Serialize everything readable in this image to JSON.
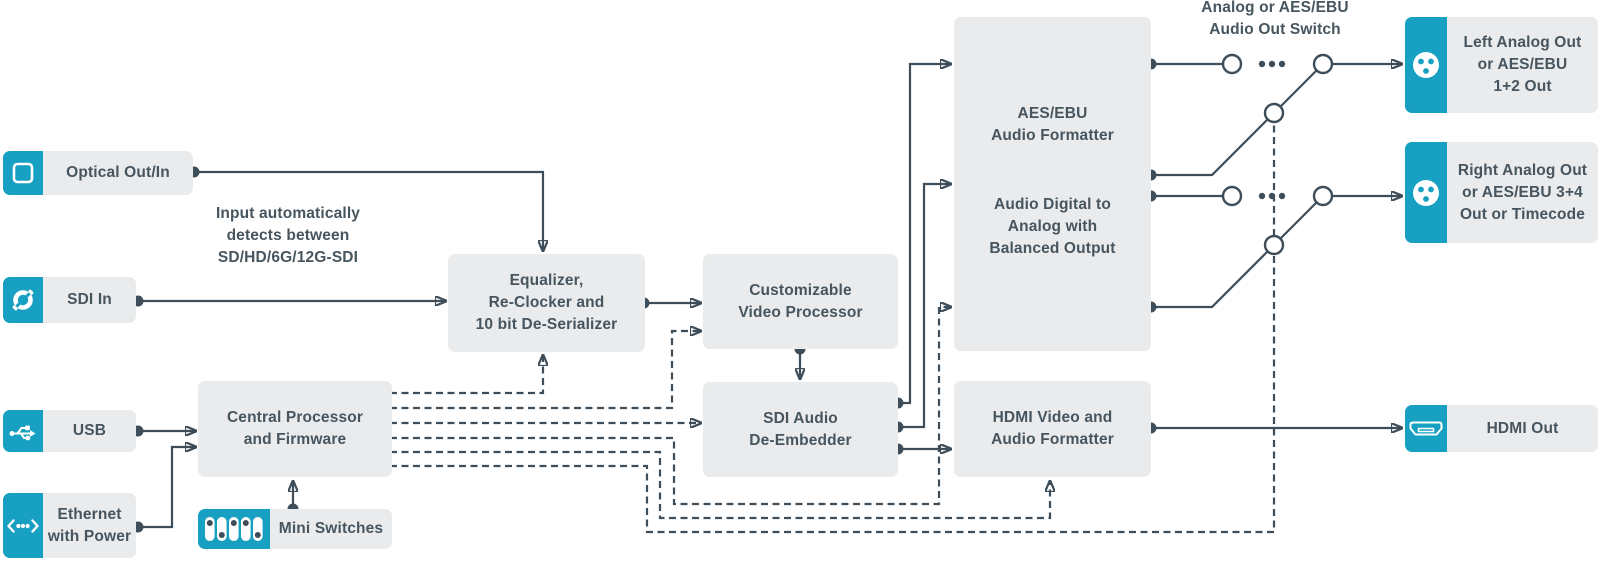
{
  "colors": {
    "teal": "#17a0c2",
    "box_grey": "#e9ebed",
    "line": "#3d4d59",
    "text": "#47555f",
    "background": "#ffffff"
  },
  "inputs": {
    "optical": {
      "label": "Optical Out/In",
      "icon": "optical-port-icon"
    },
    "sdi": {
      "label": "SDI In",
      "icon": "sdi-connector-icon"
    },
    "usb": {
      "label": "USB",
      "icon": "usb-icon"
    },
    "ethernet": {
      "lines": [
        "Ethernet",
        "with Power"
      ],
      "icon": "ethernet-icon"
    }
  },
  "annotation": {
    "lines": [
      "Input automatically",
      "detects between",
      "SD/HD/6G/12G-SDI"
    ]
  },
  "blocks": {
    "equalizer": {
      "lines": [
        "Equalizer,",
        "Re-Clocker and",
        "10 bit De-Serializer"
      ]
    },
    "central_processor": {
      "lines": [
        "Central Processor",
        "and Firmware"
      ]
    },
    "mini_switches": {
      "label": "Mini Switches",
      "icon": "dip-switches-icon"
    },
    "video_processor": {
      "lines": [
        "Customizable",
        "Video Processor"
      ]
    },
    "de_embedder": {
      "lines": [
        "SDI Audio",
        "De-Embedder"
      ]
    },
    "audio_formatter": {
      "lines": [
        "AES/EBU",
        "Audio Formatter"
      ]
    },
    "audio_dac": {
      "lines": [
        "Audio Digital to",
        "Analog with",
        "Balanced Output"
      ]
    },
    "hdmi_formatter": {
      "lines": [
        "HDMI Video and",
        "Audio Formatter"
      ]
    }
  },
  "switch_label": {
    "lines": [
      "Analog or AES/EBU",
      "Audio Out Switch"
    ]
  },
  "outputs": {
    "left_analog": {
      "lines": [
        "Left Analog Out",
        "or AES/EBU",
        "1+2 Out"
      ],
      "icon": "xlr-icon"
    },
    "right_analog": {
      "lines": [
        "Right Analog Out",
        "or AES/EBU 3+4",
        "Out or Timecode"
      ],
      "icon": "xlr-icon"
    },
    "hdmi": {
      "lines": [
        "HDMI Out"
      ],
      "icon": "hdmi-icon"
    }
  }
}
